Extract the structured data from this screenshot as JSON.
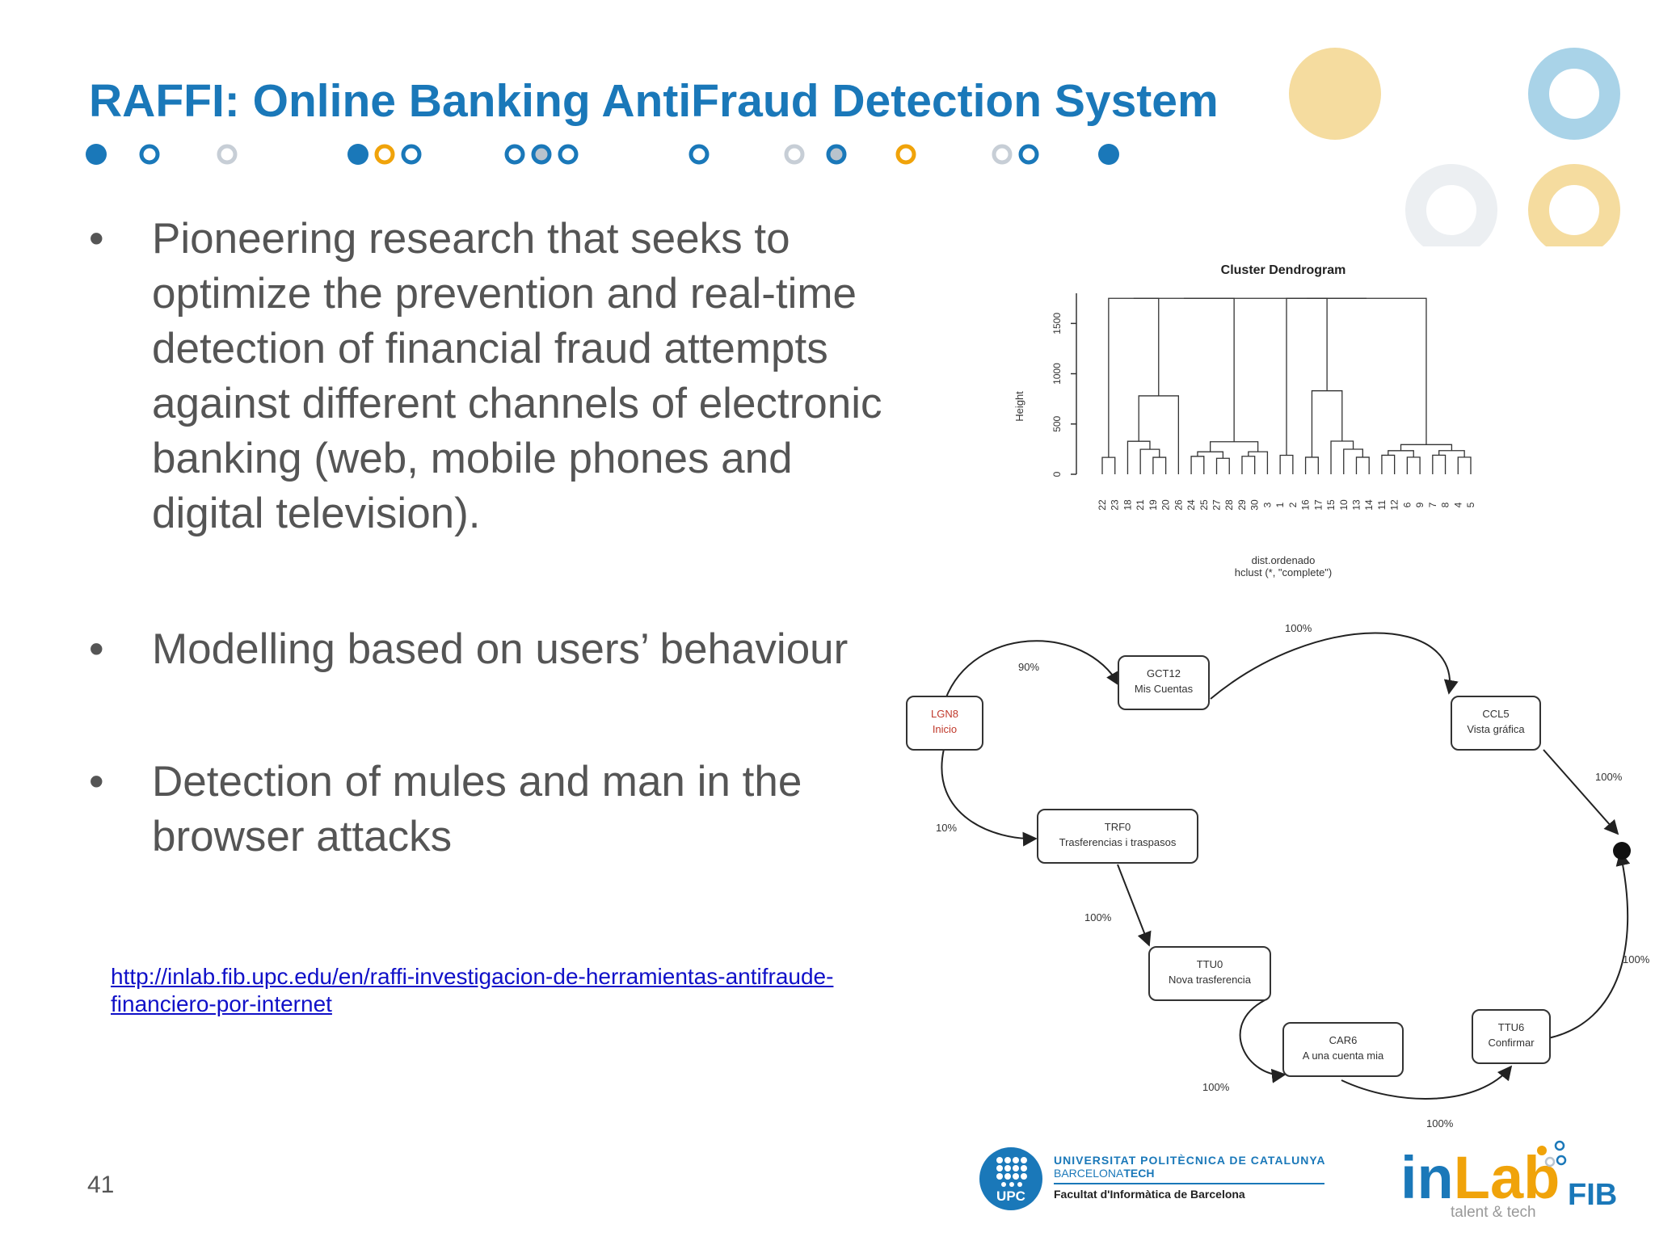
{
  "slide": {
    "title": "RAFFI: Online Banking AntiFraud Detection System",
    "page_number": "41"
  },
  "bullets": [
    {
      "marker": "•",
      "text": "Pioneering research that seeks to optimize the prevention  and real-time detection of financial fraud attempts against different channels of electronic banking (web, mobile phones and digital television)."
    },
    {
      "marker": "•",
      "text": "Modelling based on users’ behaviour"
    },
    {
      "marker": "•",
      "text": "Detection of mules and man in the browser attacks"
    }
  ],
  "link": {
    "text": "http://inlab.fib.upc.edu/en/raffi-investigacion-de-herramientas-antifraude-financiero-por-internet"
  },
  "dendrogram": {
    "title": "Cluster Dendrogram",
    "ylabel": "Height",
    "yticks": [
      "0",
      "500",
      "1000",
      "1500"
    ],
    "yrange": [
      0,
      1800
    ],
    "leaves": [
      "22",
      "23",
      "18",
      "21",
      "19",
      "20",
      "26",
      "24",
      "25",
      "27",
      "28",
      "29",
      "30",
      "3",
      "1",
      "2",
      "16",
      "17",
      "15",
      "10",
      "13",
      "14",
      "11",
      "12",
      "6",
      "9",
      "7",
      "8",
      "4",
      "5"
    ],
    "xlabel": "dist.ordenado",
    "sublabel": "hclust (*, \"complete\")"
  },
  "flow": {
    "nodes": [
      {
        "code": "LGN8",
        "label": "Inicio",
        "color": "#c0392b"
      },
      {
        "code": "GCT12",
        "label": "Mis Cuentas",
        "color": "#333333"
      },
      {
        "code": "CCL5",
        "label": "Vista gráfica",
        "color": "#333333"
      },
      {
        "code": "TRF0",
        "label": "Trasferencias i traspasos",
        "color": "#333333"
      },
      {
        "code": "TTU0",
        "label": "Nova trasferencia",
        "color": "#333333"
      },
      {
        "code": "CAR6",
        "label": "A una cuenta mia",
        "color": "#333333"
      },
      {
        "code": "TTU6",
        "label": "Confirmar",
        "color": "#333333"
      }
    ],
    "edges": [
      {
        "from": "LGN8",
        "to": "GCT12",
        "label": "90%"
      },
      {
        "from": "GCT12",
        "to": "CCL5",
        "label": "100%"
      },
      {
        "from": "CCL5",
        "to": "end",
        "label": "100%"
      },
      {
        "from": "LGN8",
        "to": "TRF0",
        "label": "10%"
      },
      {
        "from": "TRF0",
        "to": "TTU0",
        "label": "100%"
      },
      {
        "from": "TTU0",
        "to": "CAR6",
        "label": "100%"
      },
      {
        "from": "CAR6",
        "to": "TTU6",
        "label": "100%"
      },
      {
        "from": "TTU6",
        "to": "end",
        "label": "100%"
      }
    ]
  },
  "logos": {
    "upc_label": "UPC",
    "upc_name": "UNIVERSITAT POLITÈCNICA DE CATALUNYA",
    "upc_sub_a": "BARCELONA",
    "upc_sub_b": "TECH",
    "upc_faculty": "Facultat d'Informàtica de Barcelona",
    "inlab_in": "in",
    "inlab_lab": "Lab",
    "inlab_fib": "FIB",
    "inlab_tagline": "talent & tech"
  },
  "colors": {
    "accent_blue": "#1a78b9",
    "accent_orange": "#f0a30a",
    "light_blue": "#a9d3e8",
    "light_yellow": "#f5dc9f",
    "light_grey": "#e8ebee",
    "grey_dot": "#b9c3cd"
  }
}
